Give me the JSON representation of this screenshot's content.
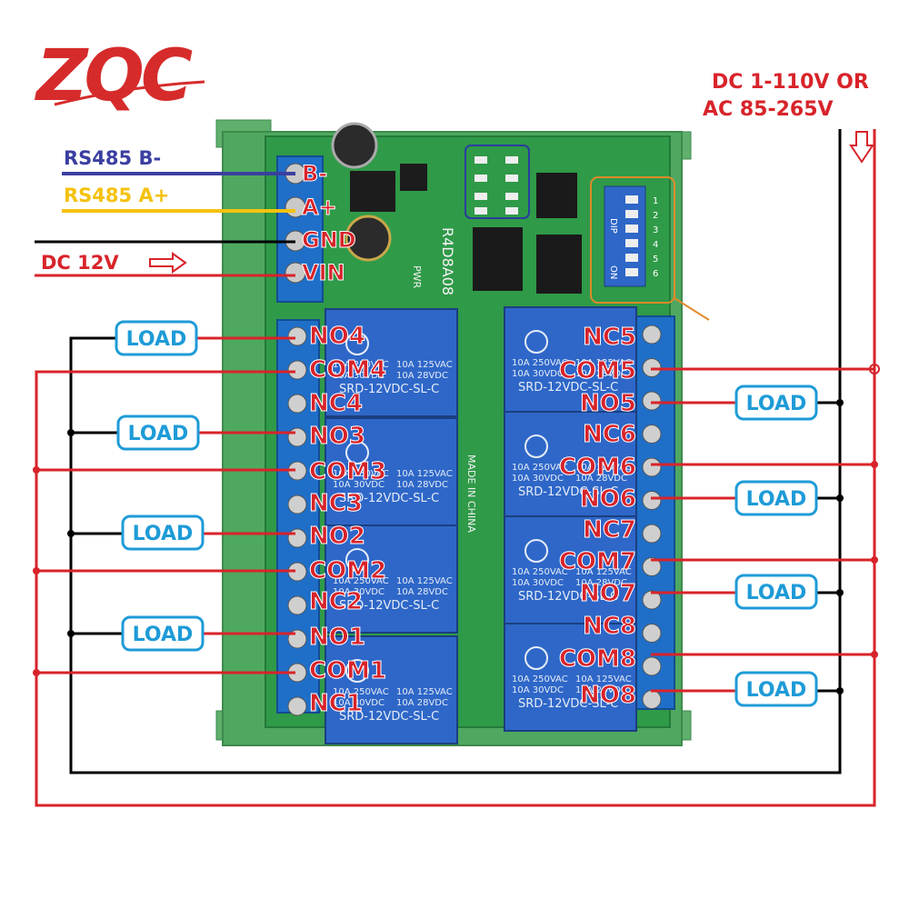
{
  "logo": {
    "text": "ZQC",
    "colors": {
      "letters": "#d62b2b",
      "swoosh": "#d62b2b"
    }
  },
  "power_input": {
    "line1": "DC 1-110V OR",
    "line2": "AC 85-265V"
  },
  "wiring_labels": {
    "rs485_b": "RS485 B-",
    "rs485_a": "RS485 A+",
    "dc12v": "DC 12V"
  },
  "input_terminals": [
    "B-",
    "A+",
    "GND",
    "VIN"
  ],
  "board": {
    "model": "R4D8A08",
    "made_in": "MADE IN CHINA",
    "pwr": "PWR",
    "dip_label": "DIP",
    "dip_numbers": [
      "1",
      "2",
      "3",
      "4",
      "5",
      "6"
    ],
    "dip_on": "ON"
  },
  "relay_text": {
    "brand": "SRD-12VDC-SL-C",
    "rating_left": [
      "10A 250VAC",
      "10A 30VDC"
    ],
    "rating_right": [
      "10A 125VAC",
      "10A 28VDC"
    ]
  },
  "left_terminals": [
    "NO4",
    "COM4",
    "NC4",
    "NO3",
    "COM3",
    "NC3",
    "NO2",
    "COM2",
    "NC2",
    "NO1",
    "COM1",
    "NC1"
  ],
  "right_terminals": [
    "NC5",
    "COM5",
    "NO5",
    "NC6",
    "COM6",
    "NO6",
    "NC7",
    "COM7",
    "NO7",
    "NC8",
    "COM8",
    "NO8"
  ],
  "load_label": "LOAD",
  "colors": {
    "board": "#2f9a48",
    "board_dark": "#237a38",
    "rail": "#4fa860",
    "terminal": "#1f6fc8",
    "relay": "#2e67c8",
    "wire_red": "#d8232a",
    "wire_black": "#000000",
    "rs485_b": "#3b3fa0",
    "rs485_a": "#f4c20d",
    "label_red": "#d8232a",
    "load_border": "#1e9bd7"
  }
}
